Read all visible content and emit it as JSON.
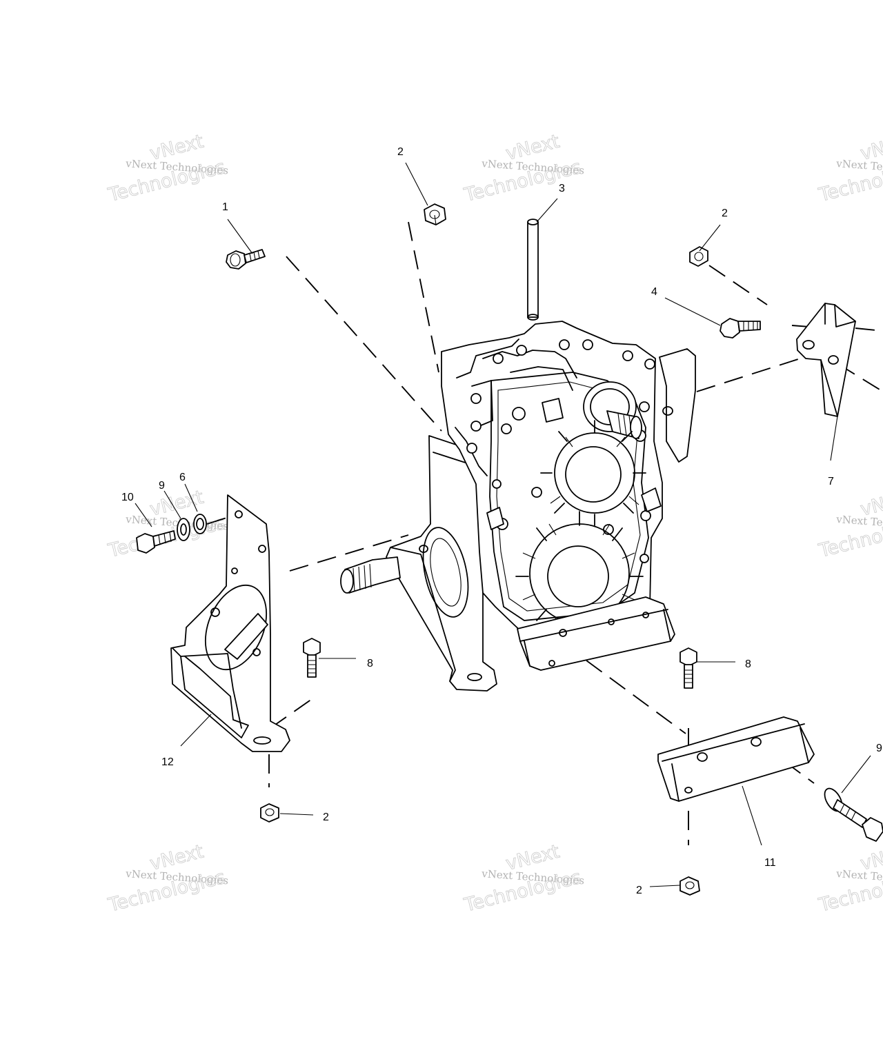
{
  "watermark": {
    "line1": "vNext",
    "line2": "vNext Technologies",
    "line3": "Technologies"
  },
  "callouts": [
    {
      "id": "c1",
      "label": "1"
    },
    {
      "id": "c2a",
      "label": "2"
    },
    {
      "id": "c3",
      "label": "3"
    },
    {
      "id": "c2b",
      "label": "2"
    },
    {
      "id": "c4",
      "label": "4"
    },
    {
      "id": "c7",
      "label": "7"
    },
    {
      "id": "c10",
      "label": "10"
    },
    {
      "id": "c9a",
      "label": "9"
    },
    {
      "id": "c6",
      "label": "6"
    },
    {
      "id": "c8a",
      "label": "8"
    },
    {
      "id": "c8b",
      "label": "8"
    },
    {
      "id": "c12",
      "label": "12"
    },
    {
      "id": "c2c",
      "label": "2"
    },
    {
      "id": "c11",
      "label": "11"
    },
    {
      "id": "c2d",
      "label": "2"
    },
    {
      "id": "c9b",
      "label": "9"
    }
  ]
}
